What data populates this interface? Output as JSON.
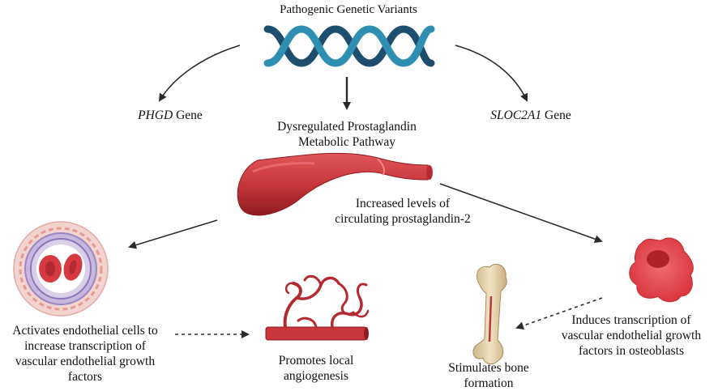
{
  "title": "Pathogenic Genetic Variants",
  "genes": {
    "left_italic": "PHGD",
    "left_suffix": " Gene",
    "right_italic": "SLOC2A1",
    "right_suffix": " Gene"
  },
  "center": {
    "line1": "Dysregulated Prostaglandin",
    "line2": "Metabolic Pathway"
  },
  "circulating": {
    "line1": "Increased levels of",
    "line2": "circulating prostaglandin-2"
  },
  "endothelial": {
    "line1": "Activates endothelial cells to",
    "line2": "increase transcription of",
    "line3": "vascular endothelial growth",
    "line4": "factors"
  },
  "angiogenesis": {
    "line1": "Promotes local",
    "line2": "angiogenesis"
  },
  "bone": {
    "line1": "Stimulates bone",
    "line2": "formation"
  },
  "osteoblast": {
    "line1": "Induces transcription of",
    "line2": "vascular endothelial growth",
    "line3": "factors in osteoblasts"
  },
  "colors": {
    "dna_dark": "#1d4e6e",
    "dna_light": "#2f8fb3",
    "vessel_red": "#c8363b",
    "vessel_dark": "#8e1b22",
    "cell_pink": "#e8484e",
    "bone_tan": "#e6d2ad",
    "arrow": "#2a2a2a"
  },
  "icons": [
    "dna-helix-icon",
    "blood-vessel-icon",
    "vessel-cross-section-icon",
    "capillary-network-icon",
    "bone-icon",
    "osteoblast-cell-icon"
  ]
}
